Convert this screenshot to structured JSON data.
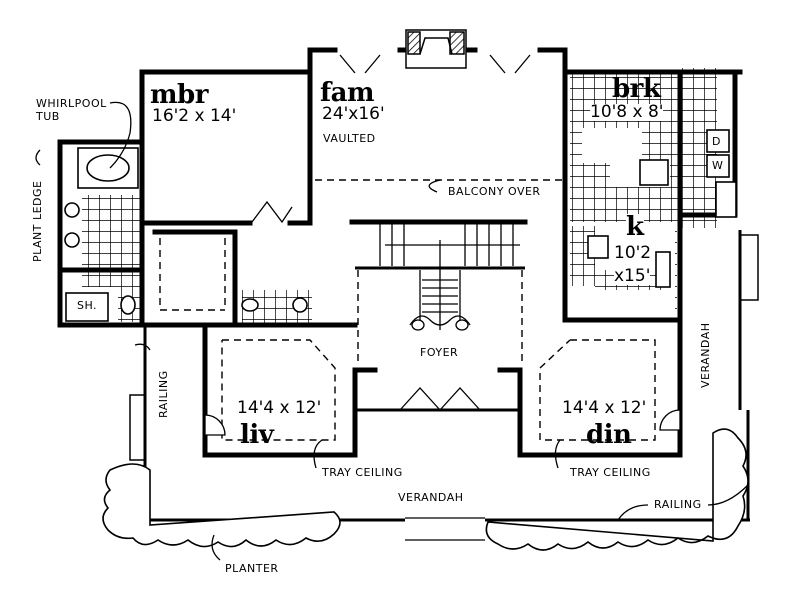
{
  "plan": {
    "rooms": [
      {
        "id": "mbr",
        "name": "mbr",
        "dimensions": "16'2 x 14'"
      },
      {
        "id": "fam",
        "name": "fam",
        "dimensions": "24'x16'",
        "note": "VAULTED"
      },
      {
        "id": "brk",
        "name": "brk",
        "dimensions": "10'8 x 8'"
      },
      {
        "id": "k",
        "name": "k",
        "dimensions_line1": "10'2",
        "dimensions_line2": "x15'"
      },
      {
        "id": "liv",
        "name": "liv",
        "dimensions": "14'4 x 12'"
      },
      {
        "id": "din",
        "name": "din",
        "dimensions": "14'4 x 12'"
      }
    ],
    "labels": {
      "whirlpool_line1": "WHIRLPOOL",
      "whirlpool_line2": "TUB",
      "plant_ledge": "PLANT LEDGE",
      "shower": "SH.",
      "balcony_over": "BALCONY OVER",
      "foyer": "FOYER",
      "railing_left": "RAILING",
      "railing_bottom": "RAILING",
      "tray_ceiling_liv": "TRAY CEILING",
      "tray_ceiling_din": "TRAY CEILING",
      "verandah_front": "VERANDAH",
      "verandah_side": "VERANDAH",
      "planter": "PLANTER",
      "dryer": "D",
      "washer": "W"
    }
  }
}
